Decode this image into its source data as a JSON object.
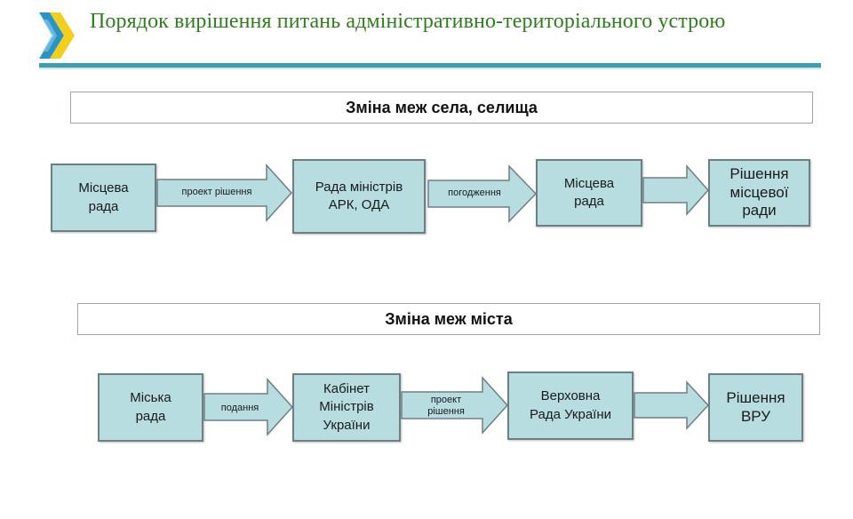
{
  "header": {
    "title": "Порядок вирішення питань адміністративно-територіального устрою",
    "logo_icon": "chevron-arrows-icon",
    "colors": {
      "title": "#2f7d1f",
      "rule": "#3f9eaf",
      "logo_blue": "#2a93c8",
      "logo_yellow": "#f2cf1d",
      "node_fill": "#b8dde1",
      "arrow_fill": "#b8dde1"
    }
  },
  "village": {
    "header": "Зміна меж села, селища",
    "nodes": {
      "local_council": "Місцева\nрада",
      "council_ministers": "Рада міністрів\nАРК, ОДА",
      "local_council_2": "Місцева\nрада",
      "decision": "Рішення\nмісцевої\nради"
    },
    "arrows": {
      "draft_decision": "проект рішення",
      "approval": "погодження"
    }
  },
  "city": {
    "header": "Зміна меж міста",
    "nodes": {
      "city_council": "Міська\nрада",
      "cabinet": "Кабінет\nМіністрів\nУкраїни",
      "verkhovna_rada": "Верховна\nРада України",
      "decision": "Рішення\nВРУ"
    },
    "arrows": {
      "submission": "подання",
      "draft_decision": "проект\nрішення"
    }
  }
}
